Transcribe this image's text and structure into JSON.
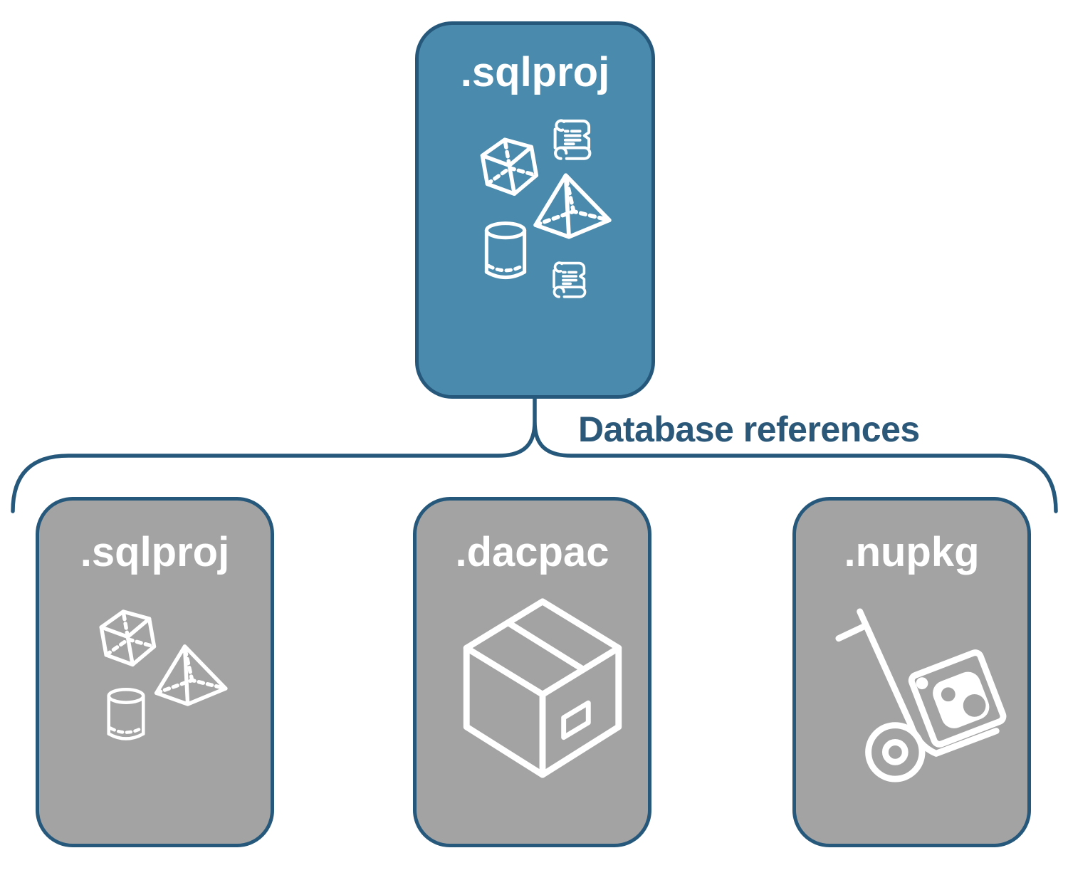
{
  "diagram": {
    "root": {
      "label": ".sqlproj",
      "icons": [
        "scroll-icon",
        "cube-icon",
        "pyramid-icon",
        "cylinder-icon",
        "scroll-icon"
      ]
    },
    "edge": {
      "label": "Database references",
      "shape": "upside-down-brace"
    },
    "children": [
      {
        "label": ".sqlproj",
        "icons": [
          "cube-icon",
          "pyramid-icon",
          "cylinder-icon"
        ]
      },
      {
        "label": ".dacpac",
        "icons": [
          "package-box-icon"
        ]
      },
      {
        "label": ".nupkg",
        "icons": [
          "nuget-handtruck-icon"
        ]
      }
    ],
    "colors": {
      "root_fill": "#4a8bad",
      "child_fill": "#a3a3a3",
      "node_border": "#26587c",
      "edge_stroke": "#26587c",
      "edge_label_text": "#2b5779",
      "icon_stroke": "#ffffff",
      "title_text": "#ffffff",
      "background": "#ffffff"
    }
  }
}
